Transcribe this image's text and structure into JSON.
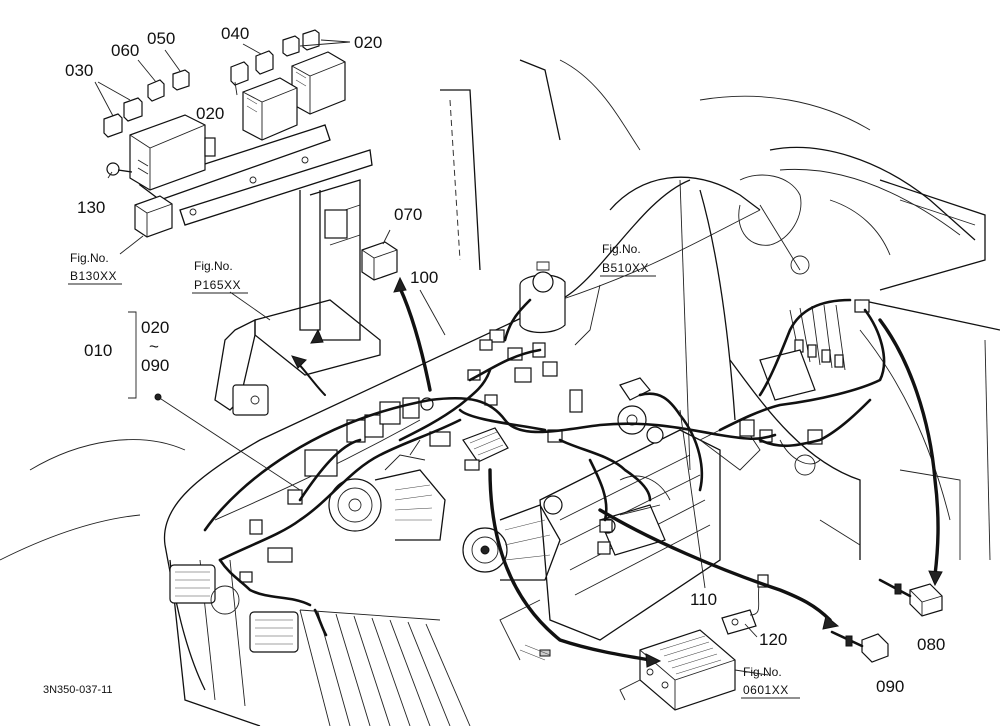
{
  "diagram": {
    "part_labels": {
      "p010": "010",
      "p020_top": "020",
      "p020_left": "020",
      "p020_range": "020",
      "range_tilde": "~",
      "p090_range": "090",
      "p030": "030",
      "p040": "040",
      "p050": "050",
      "p060": "060",
      "p070": "070",
      "p080": "080",
      "p090": "090",
      "p100": "100",
      "p110": "110",
      "p120": "120",
      "p130": "130"
    },
    "figure_refs": {
      "b130": {
        "label": "Fig.No.",
        "number": "B130XX"
      },
      "p165": {
        "label": "Fig.No.",
        "number": "P165XX"
      },
      "b510": {
        "label": "Fig.No.",
        "number": "B510XX"
      },
      "f0601": {
        "label": "Fig.No.",
        "number": "0601XX"
      }
    },
    "drawing_id": "3N350-037-11"
  }
}
